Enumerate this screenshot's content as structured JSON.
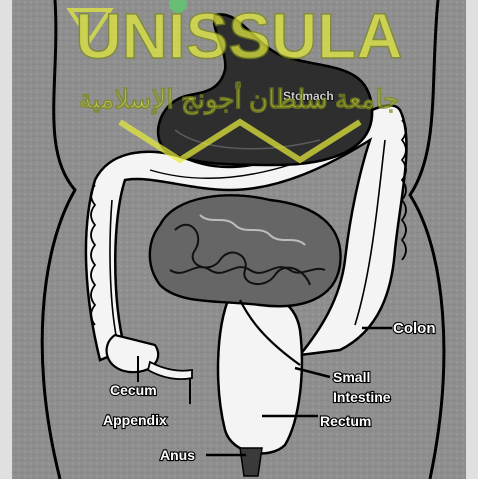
{
  "watermark": {
    "brand": "UNISSULA",
    "arabic": "جامعة سلطان أجونج الإسلامية",
    "color": "#e4ec3c"
  },
  "labels": {
    "stomach": "Stomach",
    "colon": "Colon",
    "small_intestine_line1": "Small",
    "small_intestine_line2": "Intestine",
    "cecum": "Cecum",
    "appendix": "Appendix",
    "rectum": "Rectum",
    "anus": "Anus"
  },
  "colors": {
    "background": "#8c8c8c",
    "organ_fill": "#f4f4f4",
    "small_intestine": "#666666",
    "stomach": "#2e2e2e",
    "outline": "#000000"
  }
}
